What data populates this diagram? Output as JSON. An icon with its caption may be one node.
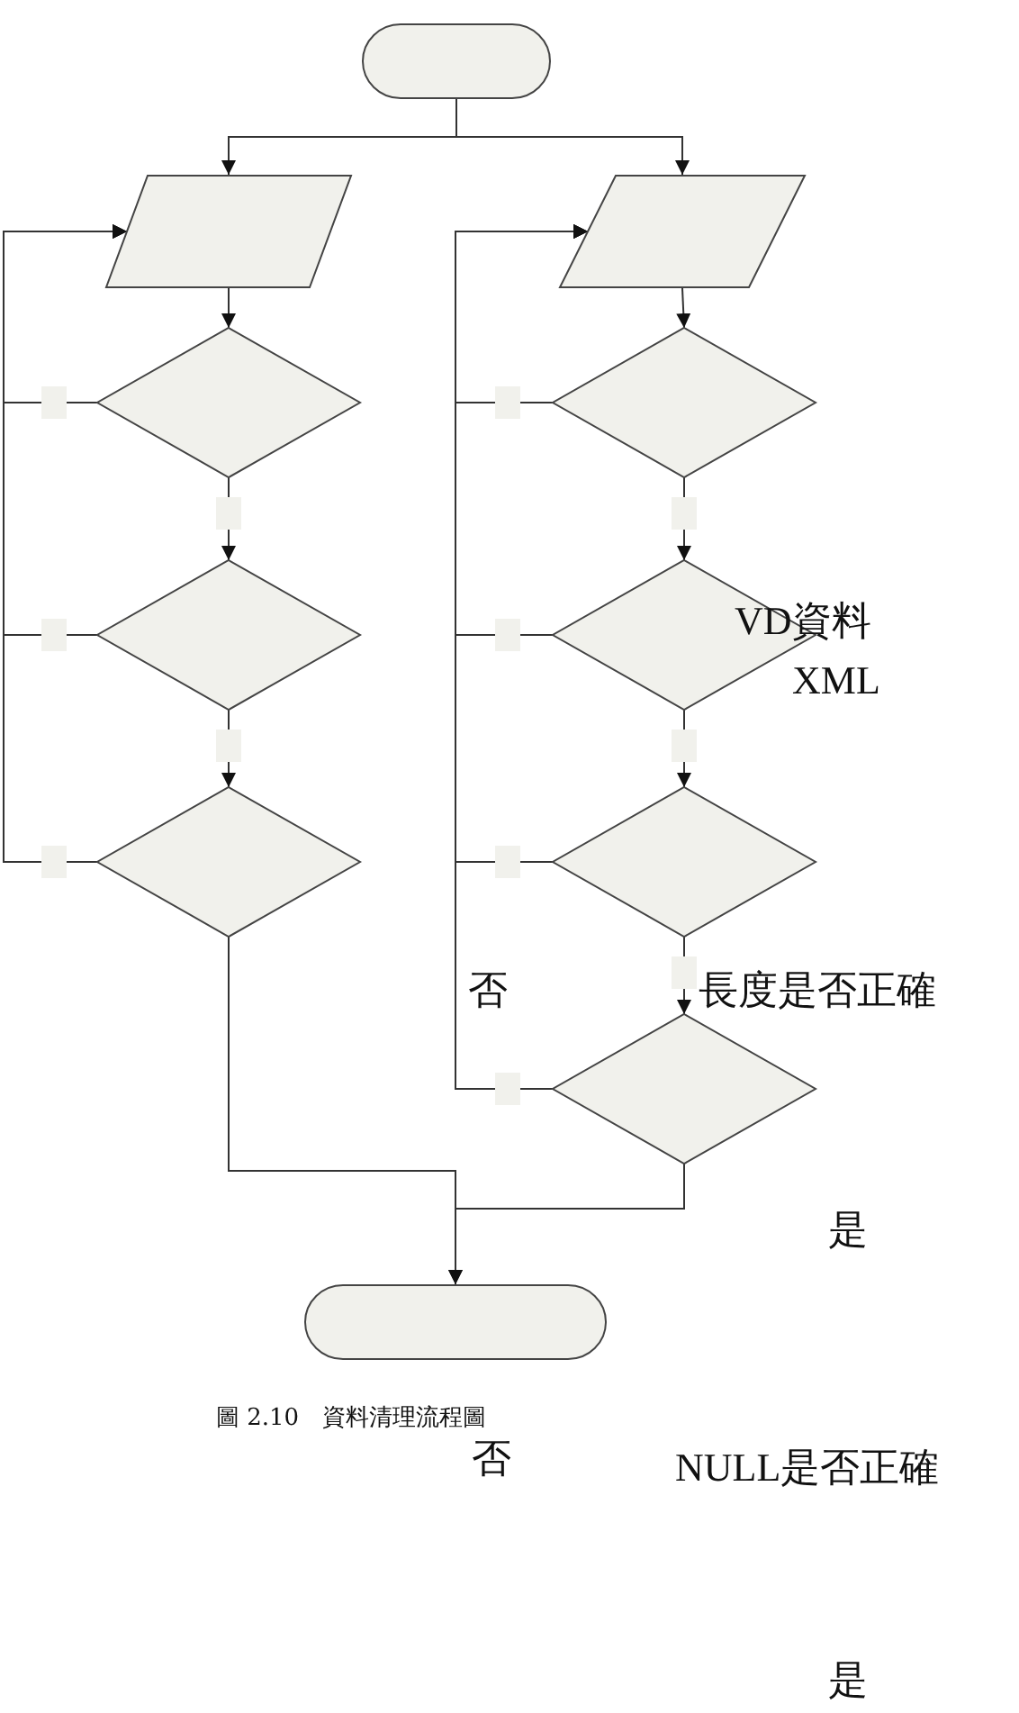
{
  "diagram": {
    "caption": "圖 2.10　資料清理流程圖",
    "nodes": [
      {
        "text": [],
        "shape": "box"
      },
      {
        "text": [],
        "shape": "parallelogram"
      },
      {
        "text": [],
        "shape": "parallelogram"
      },
      {
        "text": [],
        "shape": "diamond"
      },
      {
        "text": [],
        "shape": "diamond"
      },
      {
        "text": [],
        "shape": "diamond"
      },
      {
        "text": [],
        "shape": "diamond"
      },
      {
        "text": [],
        "shape": "diamond"
      },
      {
        "text": [],
        "shape": "diamond"
      },
      {
        "text": [],
        "shape": "diamond"
      },
      {
        "text": [],
        "shape": "box"
      }
    ],
    "edges": [
      {
        "from": 0,
        "to": 1,
        "arrow": "to"
      },
      {
        "from": 0,
        "to": 2,
        "arrow": "to"
      },
      {
        "from": 1,
        "to": 3,
        "arrow": "to"
      },
      {
        "from": 3,
        "to": 4,
        "arrow": "to"
      },
      {
        "from": 4,
        "to": 5,
        "arrow": "to"
      },
      {
        "from": 2,
        "to": 6,
        "arrow": "to"
      },
      {
        "from": 6,
        "to": 7,
        "arrow": "to"
      },
      {
        "from": 7,
        "to": 8,
        "arrow": "to"
      },
      {
        "from": 8,
        "to": 9,
        "arrow": "to"
      },
      {
        "from": 3,
        "to": 1,
        "arrow": "to"
      },
      {
        "from": 4,
        "to": 1,
        "arrow": "to"
      },
      {
        "from": 5,
        "to": 1,
        "arrow": "to"
      },
      {
        "from": 6,
        "to": 2,
        "arrow": "to"
      },
      {
        "from": 7,
        "to": 2,
        "arrow": "to"
      },
      {
        "from": 8,
        "to": 2,
        "arrow": "to"
      },
      {
        "from": 9,
        "to": 2,
        "arrow": "to"
      },
      {
        "from": 5,
        "to": 10,
        "arrow": "to"
      },
      {
        "from": 9,
        "to": 10,
        "arrow": "to"
      }
    ],
    "labels": [
      "VD資料",
      "XML",
      "否",
      "長度是否正確",
      "是",
      "否",
      "NULL是否正確",
      "是"
    ]
  }
}
